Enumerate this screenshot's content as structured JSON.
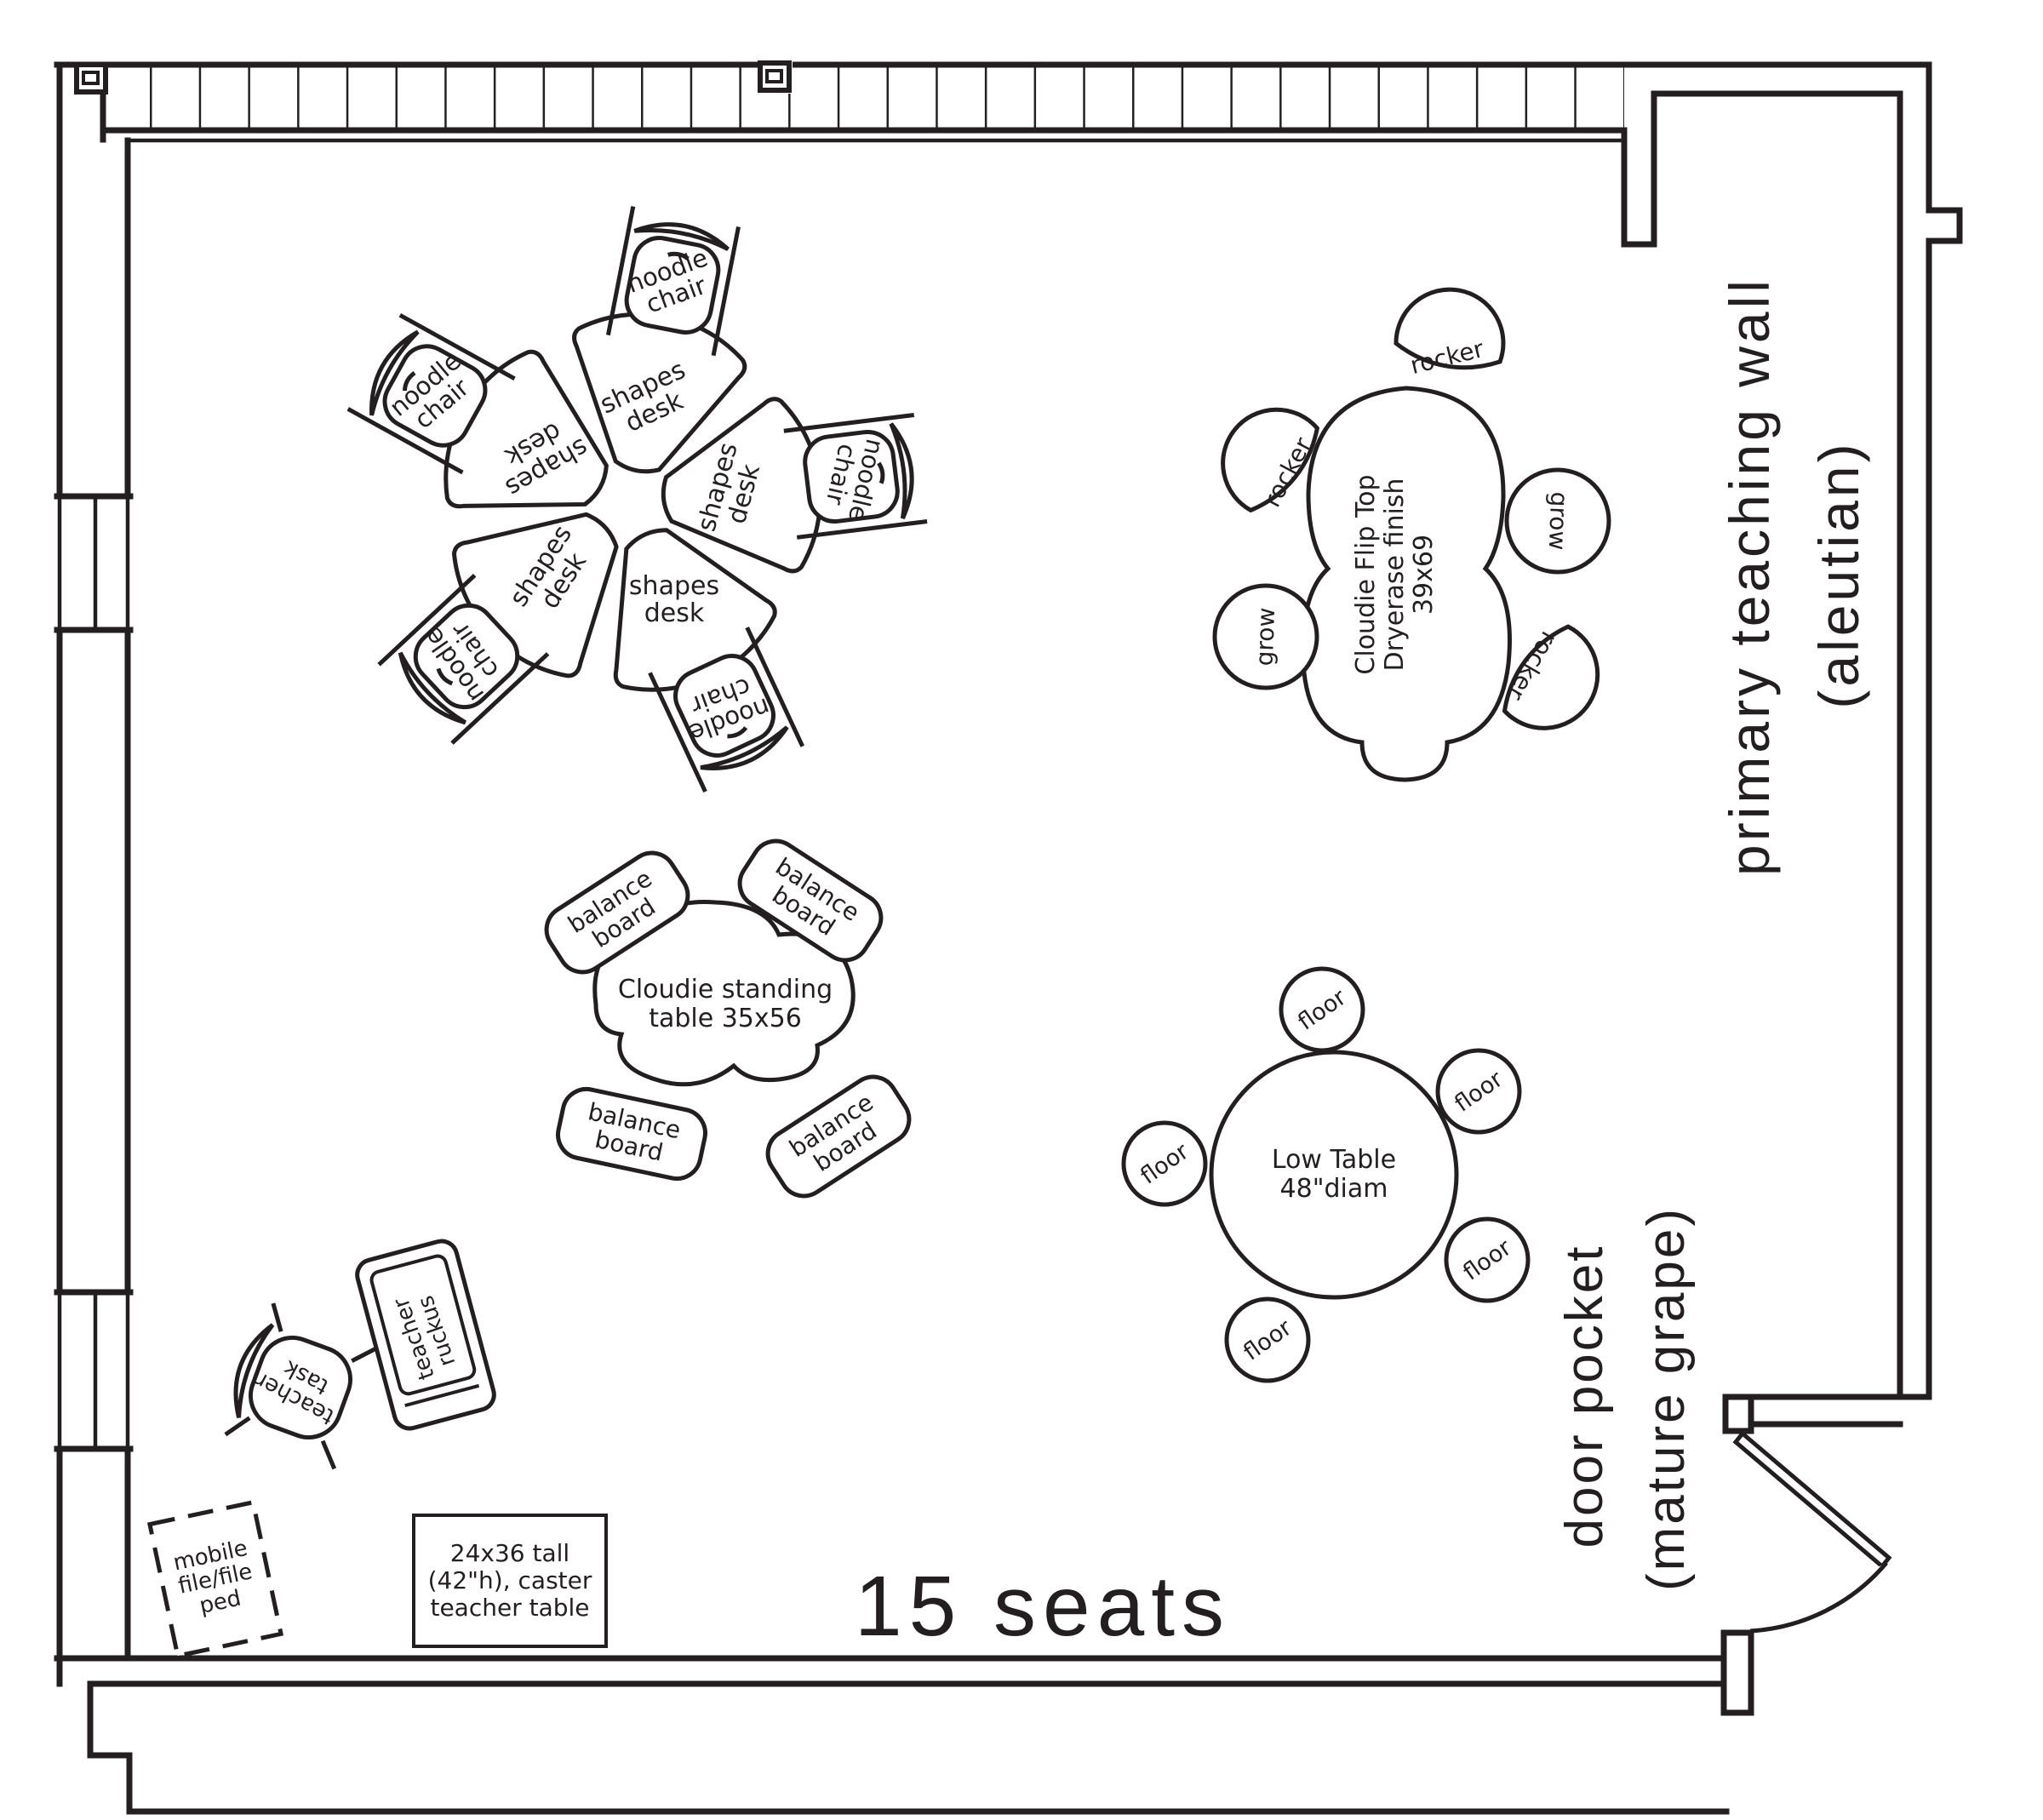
{
  "ink": "#231f20",
  "room": {
    "teaching_wall_label": {
      "line1": "primary teaching wall",
      "line2": "(aleutian)"
    },
    "door_label": {
      "line1": "door pocket",
      "line2": "(mature grape)"
    },
    "seat_count": "15 seats"
  },
  "desk_cluster": {
    "desks": [
      {
        "line1": "shapes",
        "line2": "desk"
      },
      {
        "line1": "shapes",
        "line2": "desk"
      },
      {
        "line1": "shapes",
        "line2": "desk"
      },
      {
        "line1": "shapes",
        "line2": "desk"
      },
      {
        "line1": "shapes",
        "line2": "desk"
      }
    ],
    "chairs": [
      {
        "line1": "noodle",
        "line2": "chair"
      },
      {
        "line1": "noodle",
        "line2": "chair"
      },
      {
        "line1": "noodle",
        "line2": "chair"
      },
      {
        "line1": "noodle",
        "line2": "chair"
      },
      {
        "line1": "noodle",
        "line2": "chair"
      }
    ]
  },
  "flip_top_table": {
    "label": {
      "line1": "Cloudie Flip Top",
      "line2": "Dryerase finish",
      "line3": "39x69"
    },
    "seats": [
      {
        "label": "rocker"
      },
      {
        "label": "rocker"
      },
      {
        "label": "grow"
      },
      {
        "label": "grow"
      },
      {
        "label": "rocker"
      }
    ]
  },
  "standing_table": {
    "label": {
      "line1": "Cloudie standing",
      "line2": "table 35x56"
    },
    "boards": [
      {
        "line1": "balance",
        "line2": "board"
      },
      {
        "line1": "balance",
        "line2": "board"
      },
      {
        "line1": "balance",
        "line2": "board"
      },
      {
        "line1": "balance",
        "line2": "board"
      }
    ]
  },
  "low_table": {
    "label": {
      "line1": "Low Table",
      "line2": "48\"diam"
    },
    "cushions": [
      {
        "label": "floor"
      },
      {
        "label": "floor"
      },
      {
        "label": "floor"
      },
      {
        "label": "floor"
      },
      {
        "label": "floor"
      }
    ]
  },
  "teacher_area": {
    "chair": {
      "line1": "teacher",
      "line2": "task"
    },
    "desk": {
      "line1": "teacher",
      "line2": "ruckus"
    },
    "file_ped": {
      "line1": "mobile",
      "line2": "file/file",
      "line3": "ped"
    },
    "table_note": {
      "line1": "24x36 tall",
      "line2": "(42\"h), caster",
      "line3": "teacher table"
    }
  }
}
